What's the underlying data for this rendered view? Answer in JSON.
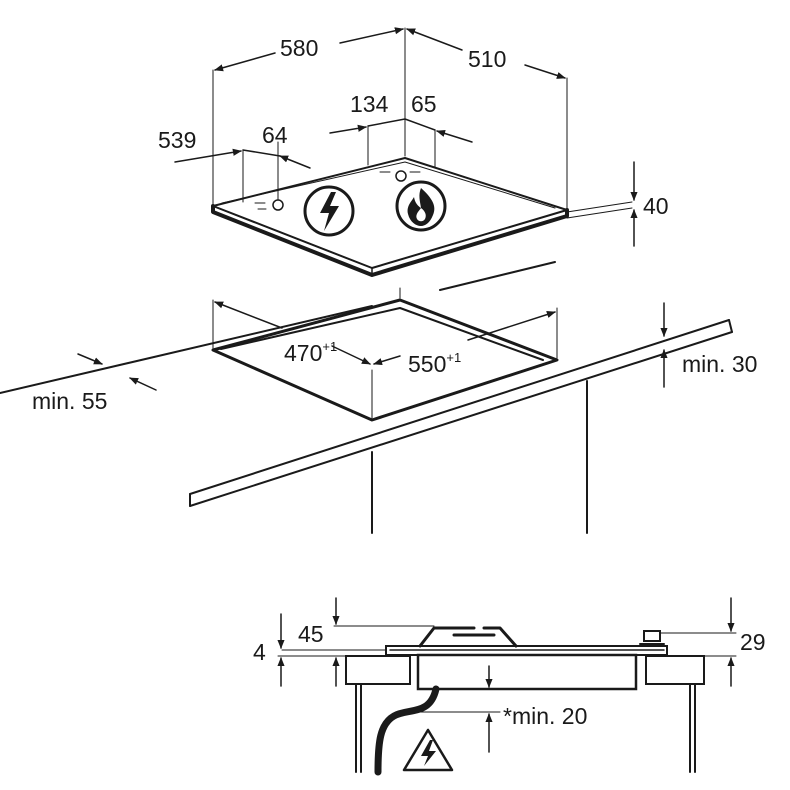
{
  "hob_top_view": {
    "width": "580",
    "depth": "510",
    "left_offset": "539",
    "connection_offset_a": "64",
    "connection_offset_b": "134",
    "connection_offset_c": "65",
    "height": "40",
    "symbols": [
      "electric-warning-icon",
      "gas-flame-icon"
    ]
  },
  "worktop_cutout": {
    "depth": "470",
    "depth_tolerance": "+1",
    "width": "550",
    "width_tolerance": "+1",
    "min_front": "min. 55",
    "min_thickness": "min. 30"
  },
  "side_section": {
    "dim_4": "4",
    "dim_45": "45",
    "dim_29": "29",
    "min_below": "*min. 20",
    "symbols": [
      "electric-warning-icon"
    ]
  },
  "colors": {
    "line": "#1a1a1a",
    "background": "#ffffff"
  }
}
